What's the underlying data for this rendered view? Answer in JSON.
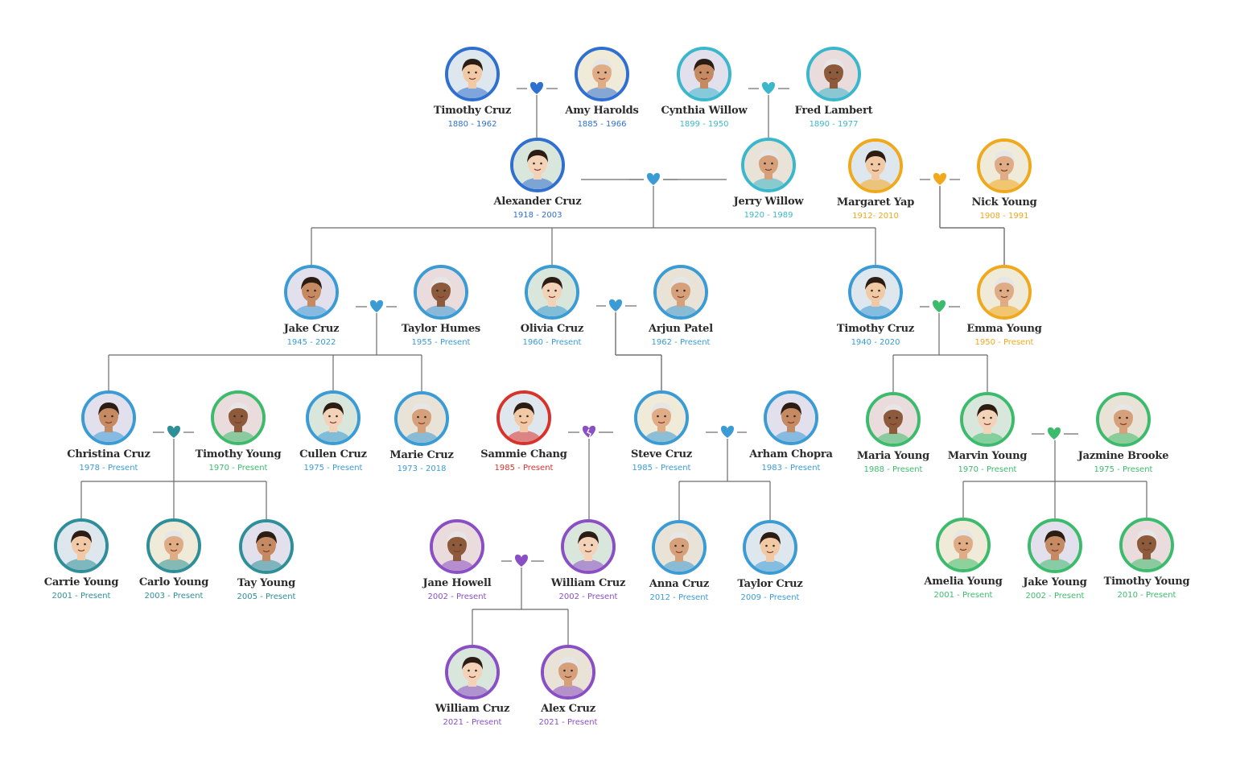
{
  "colors": {
    "dark_blue": "#2f6fd0",
    "blue": "#3a9bd5",
    "light_blue": "#3bb7cc",
    "orange": "#f0a81c",
    "green": "#3dbb6c",
    "red": "#d8322b",
    "teal": "#2e8f98",
    "purple": "#8a4fc5"
  },
  "people": [
    {
      "id": "p1",
      "name": "Timothy Cruz",
      "dates": "1880 - 1962",
      "color": "dark_blue"
    },
    {
      "id": "p2",
      "name": "Amy Harolds",
      "dates": "1885 - 1966",
      "color": "dark_blue"
    },
    {
      "id": "p3",
      "name": "Cynthia Willow",
      "dates": "1899 - 1950",
      "color": "light_blue"
    },
    {
      "id": "p4",
      "name": "Fred Lambert",
      "dates": "1890 - 1977",
      "color": "light_blue"
    },
    {
      "id": "p5",
      "name": "Alexander Cruz",
      "dates": "1918 - 2003",
      "color": "dark_blue"
    },
    {
      "id": "p6",
      "name": "Jerry Willow",
      "dates": "1920 - 1989",
      "color": "light_blue"
    },
    {
      "id": "p7",
      "name": "Margaret Yap",
      "dates": "1912- 2010",
      "color": "orange"
    },
    {
      "id": "p8",
      "name": "Nick Young",
      "dates": "1908 - 1991",
      "color": "orange"
    },
    {
      "id": "p9",
      "name": "Jake Cruz",
      "dates": "1945 - 2022",
      "color": "blue"
    },
    {
      "id": "p10",
      "name": "Taylor Humes",
      "dates": "1955 - Present",
      "color": "blue"
    },
    {
      "id": "p11",
      "name": "Olivia Cruz",
      "dates": "1960 - Present",
      "color": "blue"
    },
    {
      "id": "p12",
      "name": "Arjun Patel",
      "dates": "1962 - Present",
      "color": "blue"
    },
    {
      "id": "p13",
      "name": "Timothy Cruz",
      "dates": "1940 - 2020",
      "color": "blue"
    },
    {
      "id": "p14",
      "name": "Emma Young",
      "dates": "1950 - Present",
      "color": "orange"
    },
    {
      "id": "p15",
      "name": "Christina Cruz",
      "dates": "1978 - Present",
      "color": "blue"
    },
    {
      "id": "p16",
      "name": "Timothy Young",
      "dates": "1970 - Present",
      "color": "green"
    },
    {
      "id": "p17",
      "name": "Cullen Cruz",
      "dates": "1975 - Present",
      "color": "blue"
    },
    {
      "id": "p18",
      "name": "Marie Cruz",
      "dates": "1973 - 2018",
      "color": "blue"
    },
    {
      "id": "p19",
      "name": "Sammie Chang",
      "dates": "1985 - Present",
      "color": "red"
    },
    {
      "id": "p20",
      "name": "Steve Cruz",
      "dates": "1985 - Present",
      "color": "blue"
    },
    {
      "id": "p21",
      "name": "Arham Chopra",
      "dates": "1983 - Present",
      "color": "blue"
    },
    {
      "id": "p22",
      "name": "Maria Young",
      "dates": "1988 - Present",
      "color": "green"
    },
    {
      "id": "p23",
      "name": "Marvin Young",
      "dates": "1970 - Present",
      "color": "green"
    },
    {
      "id": "p24",
      "name": "Jazmine Brooke",
      "dates": "1975 - Present",
      "color": "green"
    },
    {
      "id": "p25",
      "name": "Carrie Young",
      "dates": "2001 - Present",
      "color": "teal"
    },
    {
      "id": "p26",
      "name": "Carlo Young",
      "dates": "2003 - Present",
      "color": "teal"
    },
    {
      "id": "p27",
      "name": "Tay Young",
      "dates": "2005 - Present",
      "color": "teal"
    },
    {
      "id": "p28",
      "name": "Jane Howell",
      "dates": "2002 - Present",
      "color": "purple"
    },
    {
      "id": "p29",
      "name": "William Cruz",
      "dates": "2002 - Present",
      "color": "purple"
    },
    {
      "id": "p30",
      "name": "Anna Cruz",
      "dates": "2012 - Present",
      "color": "blue"
    },
    {
      "id": "p31",
      "name": "Taylor Cruz",
      "dates": "2009 - Present",
      "color": "blue"
    },
    {
      "id": "p32",
      "name": "Amelia Young",
      "dates": "2001 - Present",
      "color": "green"
    },
    {
      "id": "p33",
      "name": "Jake Young",
      "dates": "2002 - Present",
      "color": "green"
    },
    {
      "id": "p34",
      "name": "Timothy Young",
      "dates": "2010 - Present",
      "color": "green"
    },
    {
      "id": "p35",
      "name": "William Cruz",
      "dates": "2021 - Present",
      "color": "purple"
    },
    {
      "id": "p36",
      "name": "Alex Cruz",
      "dates": "2021 - Present",
      "color": "purple"
    }
  ],
  "couples": [
    {
      "id": "c1",
      "partners": [
        "p1",
        "p2"
      ],
      "color": "dark_blue",
      "broken": false
    },
    {
      "id": "c2",
      "partners": [
        "p3",
        "p4"
      ],
      "color": "light_blue",
      "broken": false
    },
    {
      "id": "c3",
      "partners": [
        "p5",
        "p6"
      ],
      "color": "blue",
      "broken": false
    },
    {
      "id": "c4",
      "partners": [
        "p7",
        "p8"
      ],
      "color": "orange",
      "broken": false
    },
    {
      "id": "c5",
      "partners": [
        "p9",
        "p10"
      ],
      "color": "blue",
      "broken": false
    },
    {
      "id": "c6",
      "partners": [
        "p11",
        "p12"
      ],
      "color": "blue",
      "broken": false
    },
    {
      "id": "c7",
      "partners": [
        "p13",
        "p14"
      ],
      "color": "green",
      "broken": false
    },
    {
      "id": "c8",
      "partners": [
        "p15",
        "p16"
      ],
      "color": "teal",
      "broken": false
    },
    {
      "id": "c9",
      "partners": [
        "p19",
        "p20"
      ],
      "color": "purple",
      "broken": true
    },
    {
      "id": "c10",
      "partners": [
        "p20",
        "p21"
      ],
      "color": "blue",
      "broken": false
    },
    {
      "id": "c11",
      "partners": [
        "p23",
        "p24"
      ],
      "color": "green",
      "broken": false
    },
    {
      "id": "c12",
      "partners": [
        "p28",
        "p29"
      ],
      "color": "purple",
      "broken": false
    }
  ],
  "parentage": [
    {
      "parents": "c1",
      "children": [
        "p5"
      ]
    },
    {
      "parents": "c2",
      "children": [
        "p6"
      ]
    },
    {
      "parents": "c3",
      "children": [
        "p9",
        "p11",
        "p13"
      ]
    },
    {
      "parents": "c4",
      "children": [
        "p14"
      ]
    },
    {
      "parents": "c5",
      "children": [
        "p15",
        "p17",
        "p18"
      ]
    },
    {
      "parents": "c6",
      "children": [
        "p20"
      ]
    },
    {
      "parents": "c7",
      "children": [
        "p22",
        "p23"
      ]
    },
    {
      "parents": "c8",
      "children": [
        "p25",
        "p26",
        "p27"
      ]
    },
    {
      "parents": "c9",
      "children": [
        "p29"
      ]
    },
    {
      "parents": "c10",
      "children": [
        "p30",
        "p31"
      ]
    },
    {
      "parents": "c11",
      "children": [
        "p32",
        "p33",
        "p34"
      ]
    },
    {
      "parents": "c12",
      "children": [
        "p35",
        "p36"
      ]
    }
  ]
}
